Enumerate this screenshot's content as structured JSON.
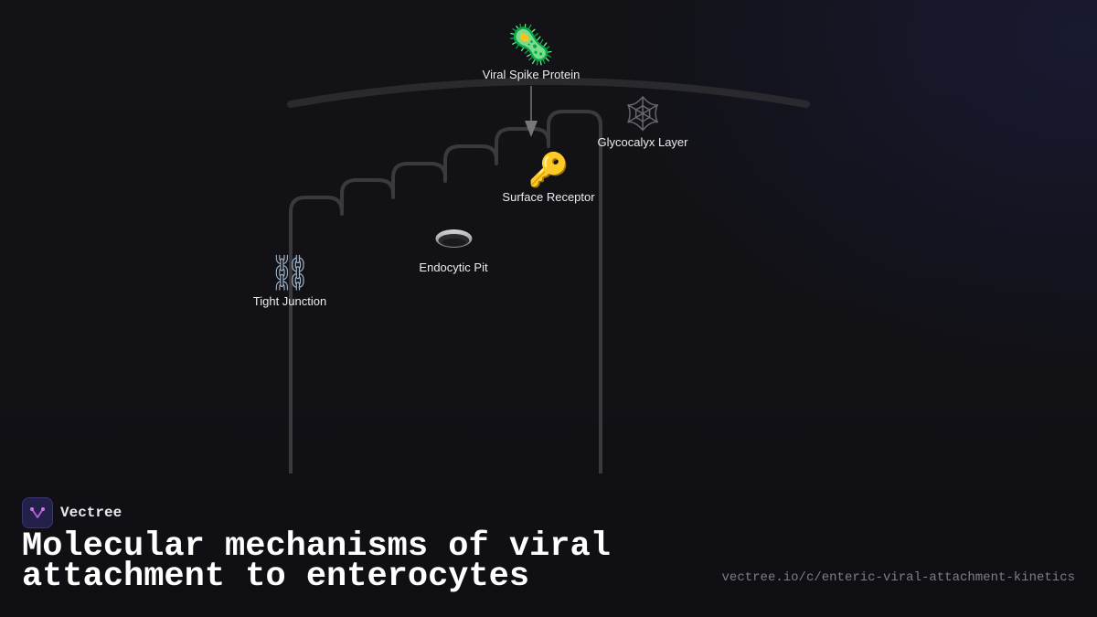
{
  "diagram": {
    "nodes": {
      "viral_spike": {
        "label": "Viral Spike Protein",
        "icon": "microbe-icon",
        "glyph": "🦠"
      },
      "glycocalyx": {
        "label": "Glycocalyx Layer",
        "icon": "web-icon",
        "glyph": "🕸"
      },
      "receptor": {
        "label": "Surface Receptor",
        "icon": "key-icon",
        "glyph": "🔑"
      },
      "endocytic_pit": {
        "label": "Endocytic Pit",
        "icon": "pit-icon"
      },
      "tight_junction": {
        "label": "Tight Junction",
        "icon": "chain-icon",
        "glyph": "⛓"
      }
    },
    "colors": {
      "membrane": "#2a2a2e",
      "villi": "#3a3a3e",
      "arrow": "#777777",
      "text": "#ececf0"
    }
  },
  "footer": {
    "brand_name": "Vectree",
    "title": "Molecular mechanisms of viral attachment to enterocytes",
    "url": "vectree.io/c/enteric-viral-attachment-kinetics"
  }
}
